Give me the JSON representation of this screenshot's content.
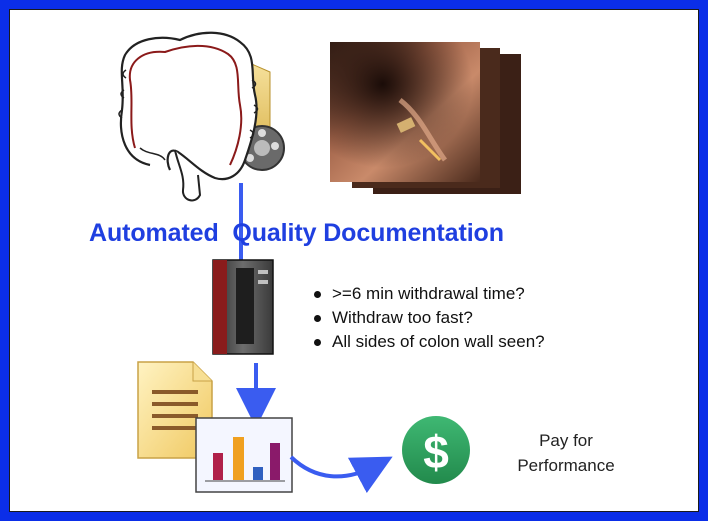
{
  "title": "Automated  Quality Documentation",
  "bullets": [
    ">=6 min withdrawal time?",
    "Withdraw too fast?",
    "All sides of colon wall seen?"
  ],
  "pay_label": {
    "line1": "Pay for",
    "line2": "Performance"
  },
  "dollar_symbol": "$",
  "colors": {
    "border": "#0b2ee8",
    "title": "#1f3fe0",
    "arrow": "#3a5cf0",
    "dollar_circle": "#2e9a5c"
  },
  "icons": [
    "colon-illustration",
    "video-folder-icon",
    "endoscopy-frames",
    "server-icon",
    "document-icon",
    "bar-chart-report-icon",
    "dollar-icon"
  ]
}
